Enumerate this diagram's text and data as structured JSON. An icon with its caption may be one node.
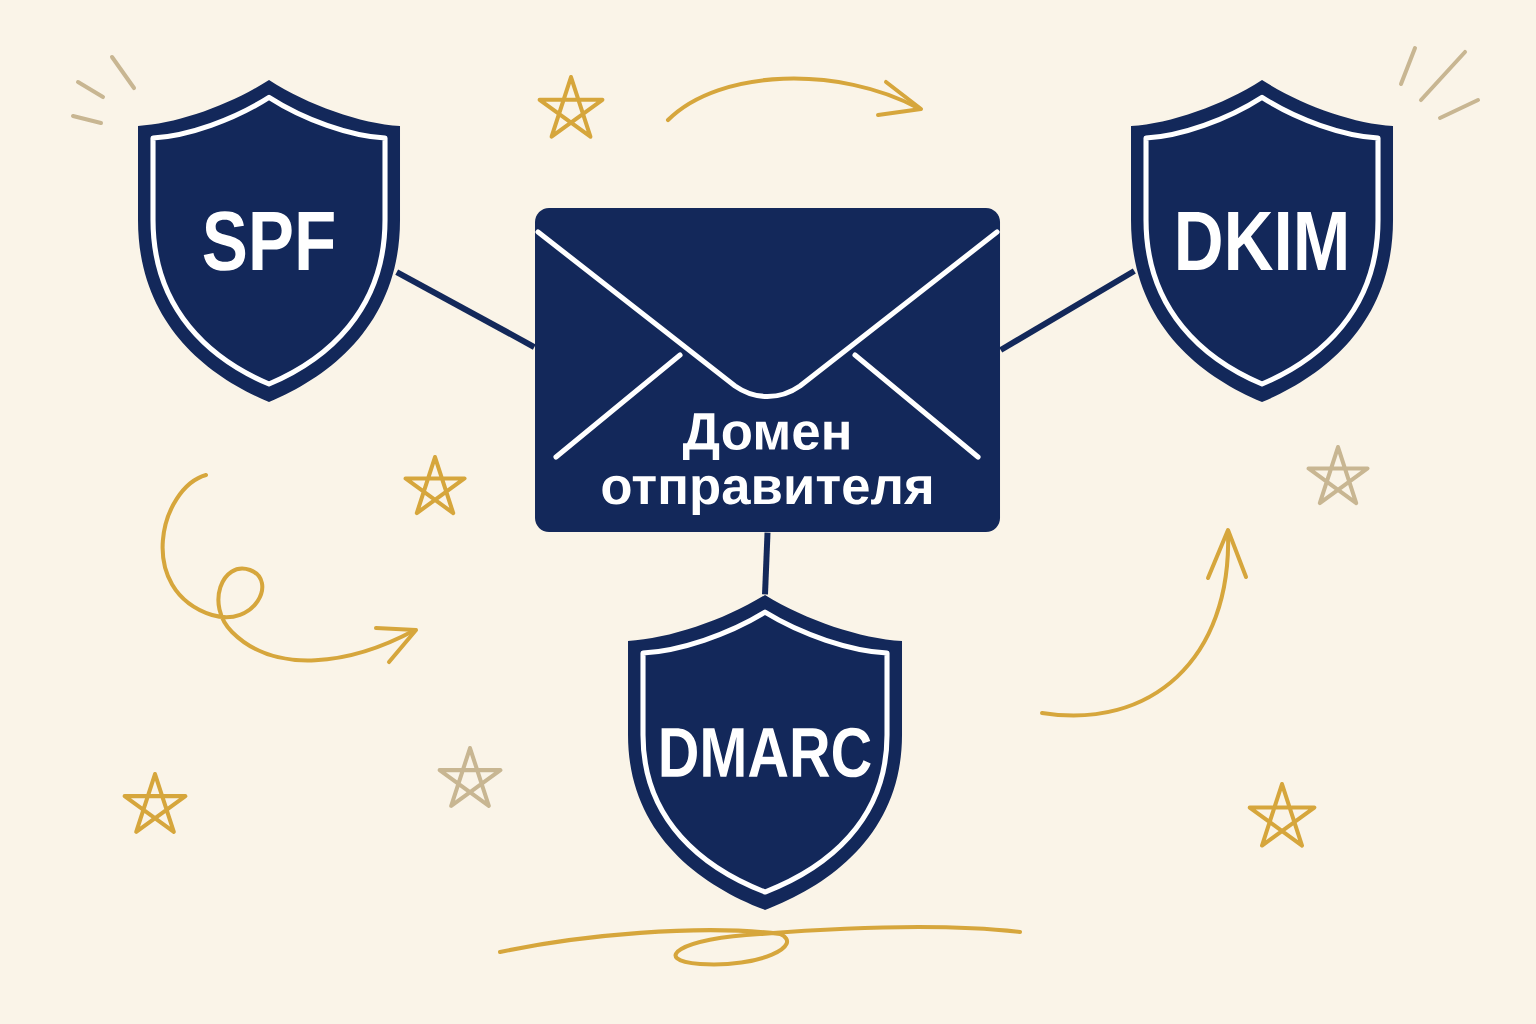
{
  "diagram": {
    "nodes": [
      {
        "text": [
          "SPF"
        ]
      },
      {
        "text": [
          "Домен отправителя"
        ]
      },
      {
        "text": [
          "DKIM"
        ]
      },
      {
        "text": [
          "DMARC"
        ]
      }
    ],
    "edges": [
      {
        "from": 0,
        "to": 1,
        "arrow": "none"
      },
      {
        "from": 1,
        "to": 2,
        "arrow": "none"
      },
      {
        "from": 1,
        "to": 3,
        "arrow": "none"
      }
    ]
  }
}
